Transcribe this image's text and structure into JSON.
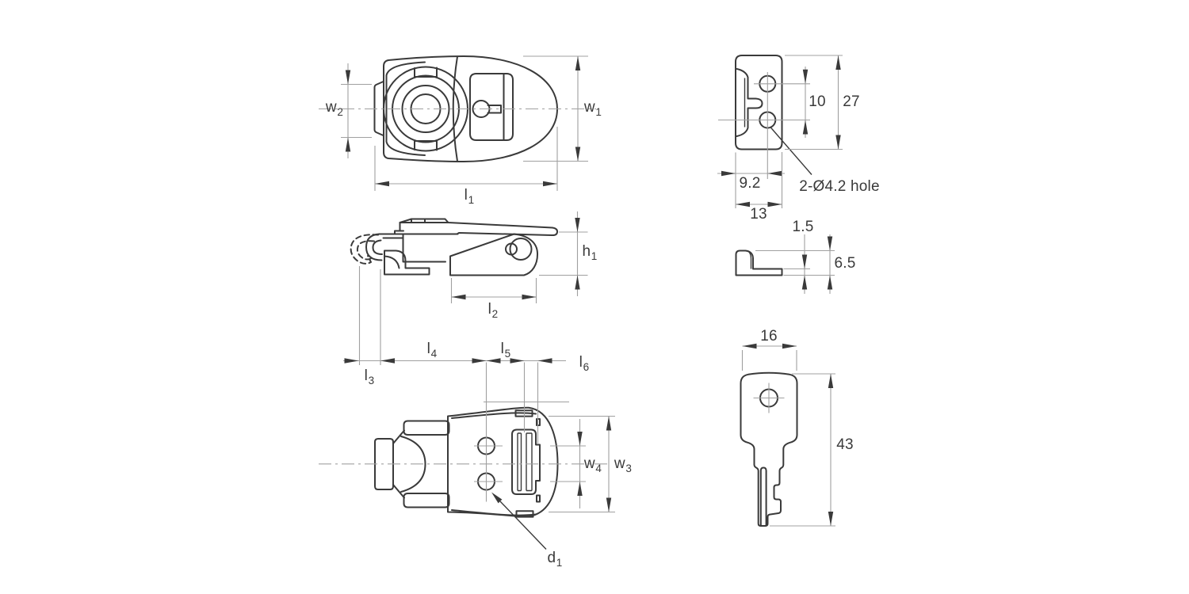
{
  "colors": {
    "background": "#ffffff",
    "ink": "#3a3a3a",
    "dim": "#a0a0a0"
  },
  "views": {
    "latch_top": {
      "dims": {
        "w2": {
          "base": "w",
          "sub": "2"
        },
        "w1": {
          "base": "w",
          "sub": "1"
        },
        "l1": {
          "base": "l",
          "sub": "1"
        }
      }
    },
    "latch_side": {
      "dims": {
        "h1": {
          "base": "h",
          "sub": "1"
        },
        "l2": {
          "base": "l",
          "sub": "2"
        }
      }
    },
    "latch_bottom": {
      "dims": {
        "l3": {
          "base": "l",
          "sub": "3"
        },
        "l4": {
          "base": "l",
          "sub": "4"
        },
        "l5": {
          "base": "l",
          "sub": "5"
        },
        "l6": {
          "base": "l",
          "sub": "6"
        },
        "w4": {
          "base": "w",
          "sub": "4"
        },
        "w3": {
          "base": "w",
          "sub": "3"
        },
        "d1": {
          "base": "d",
          "sub": "1"
        }
      }
    },
    "keeper_plate": {
      "dims": {
        "hole_pitch": "10",
        "height": "27",
        "hole_offset": "9.2",
        "width": "13",
        "hole_note": "2-Ø4.2 hole"
      }
    },
    "keeper_profile": {
      "dims": {
        "thickness": "1.5",
        "height": "6.5"
      }
    },
    "key": {
      "dims": {
        "head_width": "16",
        "length": "43"
      }
    }
  }
}
